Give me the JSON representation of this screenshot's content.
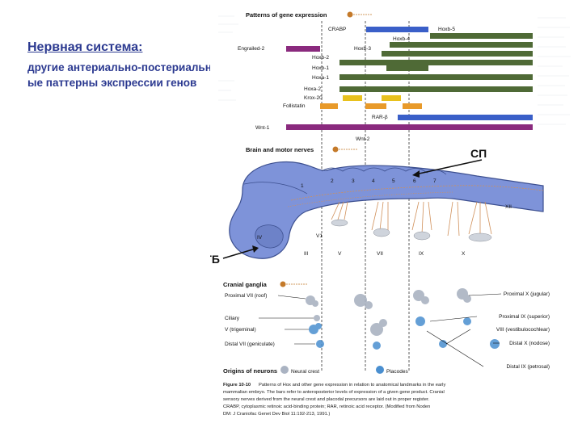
{
  "slide": {
    "title": "Нервная система:",
    "body": "другие антериально-постериальные паттерны экспрессии генов"
  },
  "figure": {
    "section_patterns": "Patterns of gene expression",
    "section_brain": "Brain and motor nerves",
    "section_ganglia": "Cranial ganglia",
    "section_origins": "Origins of neurons",
    "genes": [
      {
        "label": "CRABP",
        "color": "#3a5fc8"
      },
      {
        "label": "Hoxb-5",
        "color": "#4f6a36"
      },
      {
        "label": "Hoxb-4",
        "color": "#4f6a36"
      },
      {
        "label": "Engrailed-2",
        "color": "#8a2a7e"
      },
      {
        "label": "Hoxb-3",
        "color": "#4f6a36"
      },
      {
        "label": "Hoxb-2",
        "color": "#4f6a36"
      },
      {
        "label": "Hoxb-1",
        "color": "#4f6a36"
      },
      {
        "label": "Hoxa-1",
        "color": "#4f6a36"
      },
      {
        "label": "Hoxa-2",
        "color": "#4f6a36"
      },
      {
        "label": "Krox-20",
        "color": "#e8c11e"
      },
      {
        "label": "Follistatin",
        "color": "#e89a2a"
      },
      {
        "label": "RAR-β",
        "color": "#3a5fc8"
      },
      {
        "label": "Wnt-1",
        "color": "#8a2a7e"
      },
      {
        "label": "Wnt-2",
        "color": "#8a2a7e"
      }
    ],
    "rhombomeres": [
      "1",
      "2",
      "3",
      "4",
      "5",
      "6",
      "7"
    ],
    "nerves_top": [
      "IV",
      "V1",
      "XII"
    ],
    "nerves_bottom": [
      "III",
      "V",
      "VII",
      "IX",
      "X"
    ],
    "callout_sp": "СП",
    "callout_gb": "ГБ",
    "ganglia_left": [
      "Proximal VII (roof)",
      "Ciliary",
      "V (trigeminal)",
      "Distal VII (geniculate)"
    ],
    "ganglia_right": [
      "Proximal X (jugular)",
      "Proximal IX (superior)",
      "VIII (vestibulocochlear)",
      "Distal X (nodose)",
      "Distal IX (petrosal)"
    ],
    "origin_neural_crest": "Neural crest",
    "origin_placodes": "Placodes",
    "caption_label": "Figure 10-10",
    "caption_lines": [
      "Patterns of Hox and other gene expression in relation to anatomical landmarks in the early",
      "mammalian embryo. The bars refer to anteroposterior levels of expression of a given gene product. Cranial",
      "sensory nerves derived from the neural crest and placodal precursors are laid out in proper register.",
      "CRABP, cytoplasmic retinoic acid-binding protein; RAR, retinoic acid receptor. (Modified from Noden",
      "DM: J Craniofac Genet Dev Biol 11:192-213, 1991.)"
    ]
  }
}
